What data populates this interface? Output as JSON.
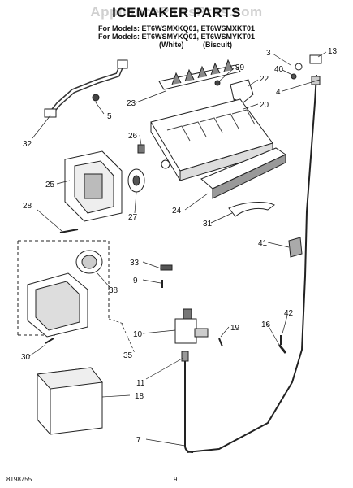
{
  "header": {
    "watermark": "AppliancePartsPros.com",
    "title": "ICEMAKER PARTS",
    "models_line1": "For Models: ET6WSMXKQ01, ET6WSMXKT01",
    "models_line2": "For Models: ET6WSMYKQ01, ET6WSMYKT01",
    "variant_white": "(White)",
    "variant_biscuit": "(Biscuit)"
  },
  "callouts": [
    "3",
    "13",
    "40",
    "39",
    "22",
    "4",
    "23",
    "5",
    "20",
    "32",
    "26",
    "25",
    "28",
    "27",
    "24",
    "31",
    "41",
    "33",
    "9",
    "38",
    "10",
    "19",
    "42",
    "16",
    "30",
    "35",
    "11",
    "18",
    "7"
  ],
  "footer": {
    "doc_number": "8198755",
    "page_number": "9"
  }
}
